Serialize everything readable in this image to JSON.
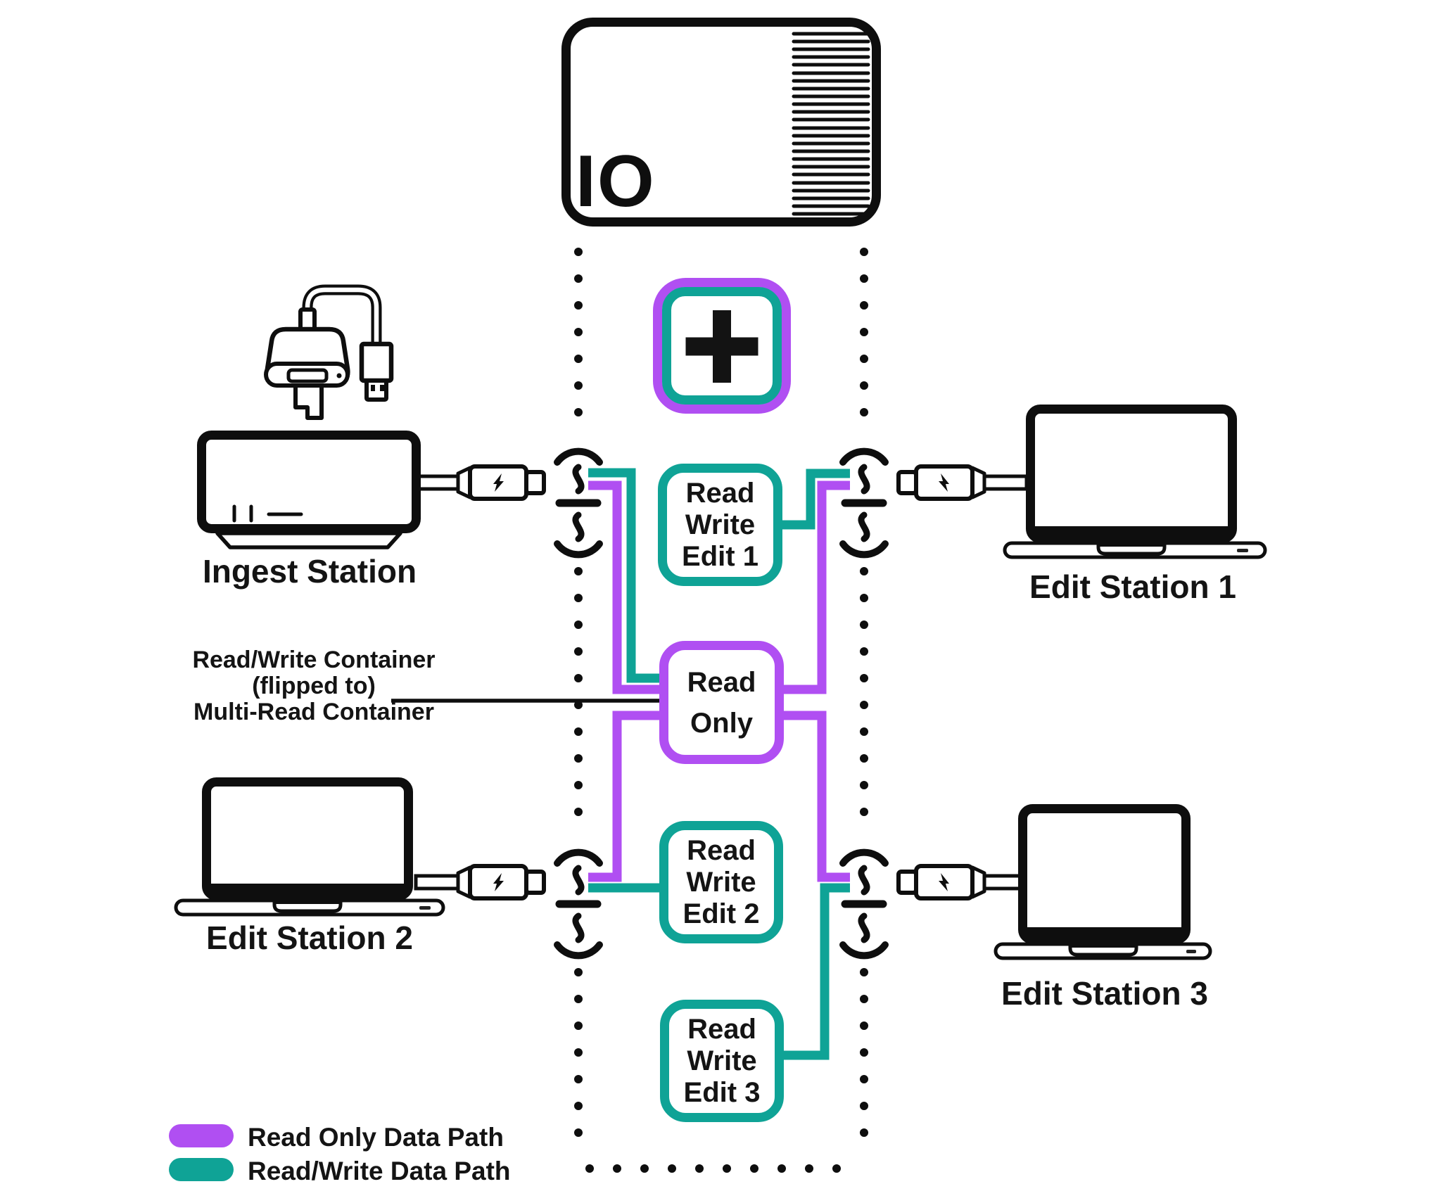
{
  "drive": {
    "label": "IO"
  },
  "plus_button": {
    "icon": "plus"
  },
  "containers": {
    "rw1": {
      "lines": [
        "Read",
        "Write",
        "Edit 1"
      ]
    },
    "ro": {
      "lines": [
        "Read",
        "Only"
      ]
    },
    "rw2": {
      "lines": [
        "Read",
        "Write",
        "Edit 2"
      ]
    },
    "rw3": {
      "lines": [
        "Read",
        "Write",
        "Edit 3"
      ]
    }
  },
  "stations": {
    "ingest": {
      "label": "Ingest Station"
    },
    "edit1": {
      "label": "Edit Station 1"
    },
    "edit2": {
      "label": "Edit Station 2"
    },
    "edit3": {
      "label": "Edit Station 3"
    }
  },
  "annotation": {
    "line1": "Read/Write Container",
    "line2": "(flipped to)",
    "line3": "Multi-Read Container"
  },
  "legend": {
    "read_only": {
      "label": "Read Only Data Path",
      "color": "#B04FF2"
    },
    "read_write": {
      "label": "Read/Write Data Path",
      "color": "#0FA396"
    }
  },
  "colors": {
    "read_only_path": "#B04FF2",
    "read_write_path": "#0FA396",
    "ink": "#0E0E0E"
  }
}
